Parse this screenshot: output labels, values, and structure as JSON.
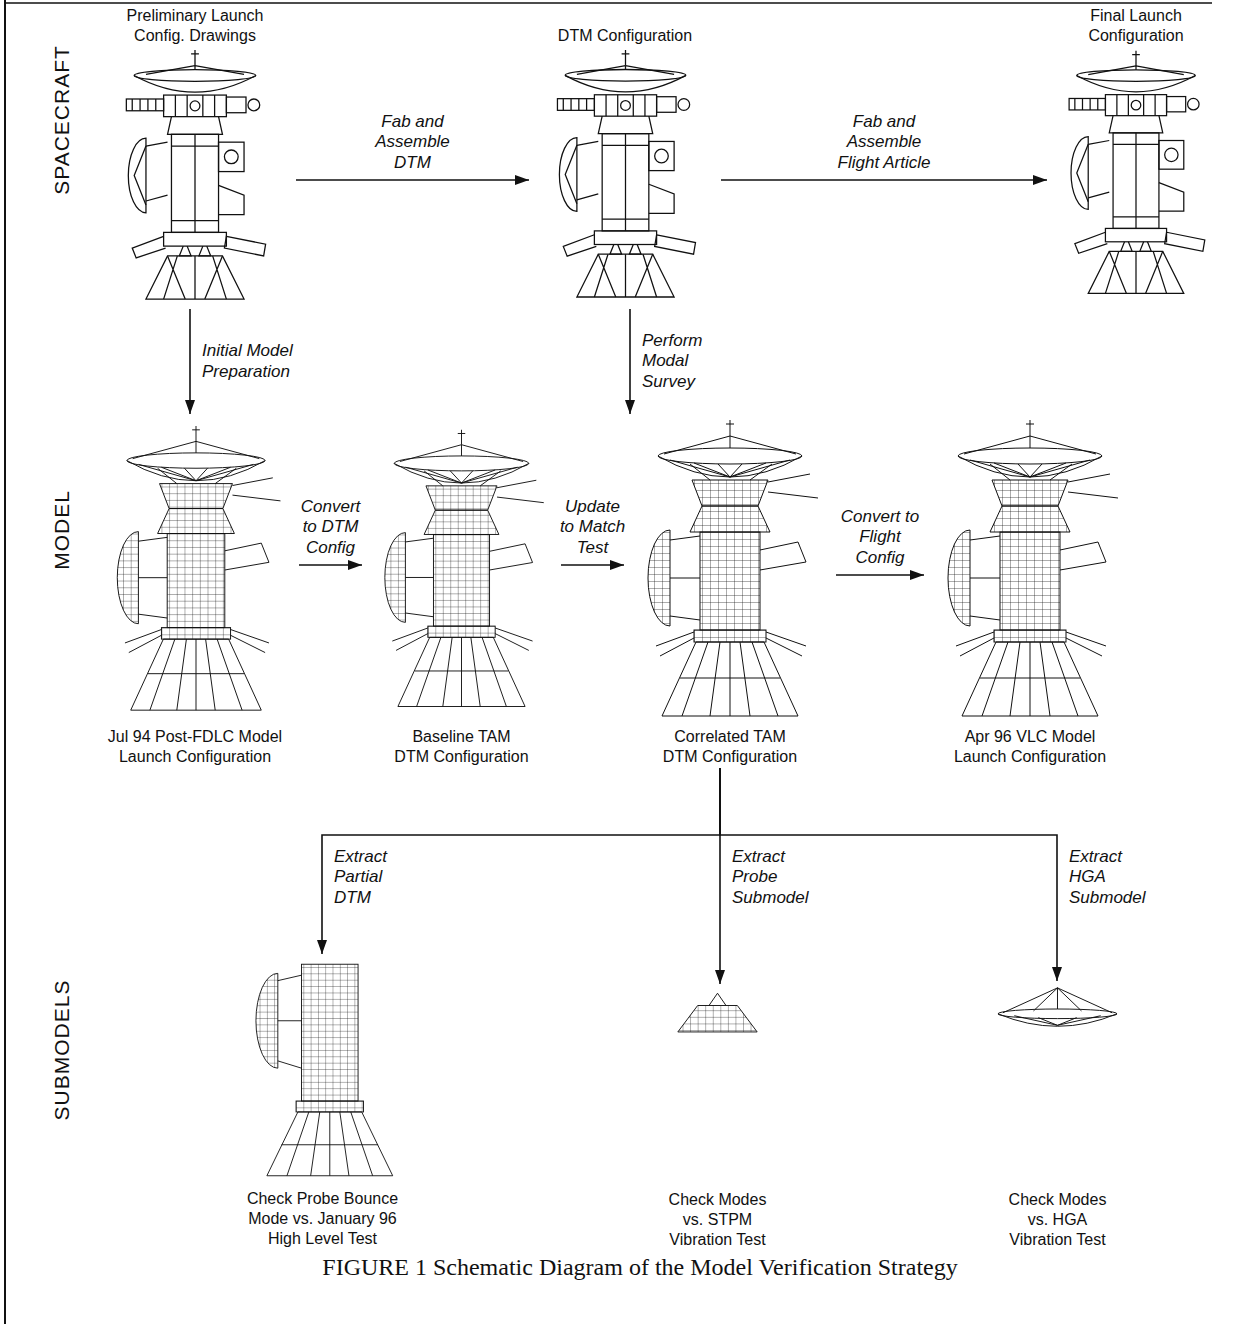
{
  "diagram": {
    "caption": "FIGURE 1 Schematic Diagram of the Model Verification Strategy",
    "nodes": [
      {
        "text": [
          "Preliminary Launch Config. Drawings"
        ]
      },
      {
        "text": [
          "DTM Configuration"
        ]
      },
      {
        "text": [
          "Final Launch Configuration"
        ]
      },
      {
        "text": [
          "Jul 94 Post-FDLC Model Launch Configuration"
        ]
      },
      {
        "text": [
          "Baseline TAM DTM Configuration"
        ]
      },
      {
        "text": [
          "Correlated TAM DTM Configuration"
        ]
      },
      {
        "text": [
          "Apr 96 VLC Model Launch Configuration"
        ]
      },
      {
        "text": [
          "Check Probe Bounce Mode vs. January 96 High Level Test"
        ]
      },
      {
        "text": [
          "Check Modes vs. STPM Vibration Test"
        ]
      },
      {
        "text": [
          "Check Modes vs. HGA Vibration Test"
        ]
      }
    ],
    "edges": [
      {
        "from": 0,
        "to": 1,
        "arrow": "to",
        "label": "Fab and Assemble DTM"
      },
      {
        "from": 1,
        "to": 2,
        "arrow": "to",
        "label": "Fab and Assemble Flight Article"
      },
      {
        "from": 0,
        "to": 3,
        "arrow": "to",
        "label": "Initial Model Preparation"
      },
      {
        "from": 1,
        "to": 5,
        "arrow": "to",
        "label": "Perform Modal Survey"
      },
      {
        "from": 3,
        "to": 4,
        "arrow": "to",
        "label": "Convert to DTM Config"
      },
      {
        "from": 4,
        "to": 5,
        "arrow": "to",
        "label": "Update to Match Test"
      },
      {
        "from": 5,
        "to": 6,
        "arrow": "to",
        "label": "Convert to Flight Config"
      },
      {
        "from": 5,
        "to": 7,
        "arrow": "to",
        "label": "Extract Partial DTM"
      },
      {
        "from": 5,
        "to": 8,
        "arrow": "to",
        "label": "Extract Probe Submodel"
      },
      {
        "from": 5,
        "to": 9,
        "arrow": "to",
        "label": "Extract HGA Submodel"
      }
    ],
    "labels": [
      "SPACECRAFT",
      "MODEL",
      "SUBMODELS"
    ]
  }
}
